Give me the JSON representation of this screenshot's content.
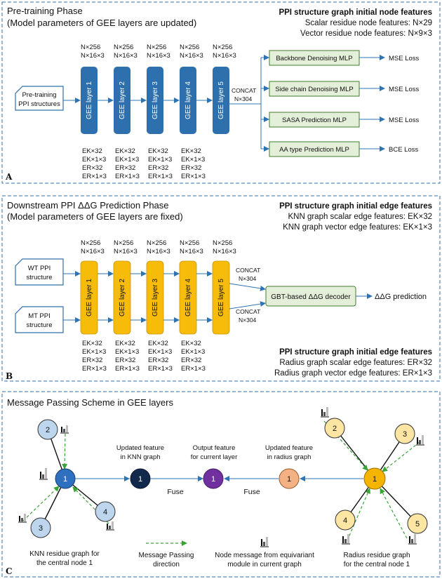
{
  "panelA": {
    "title1": "Pre-training Phase",
    "title2": "(Model parameters of GEE layers are updated)",
    "feat_title": "PPI structure graph initial node features",
    "feat1": "Scalar residue node features: N×29",
    "feat2": "Vector residue node features: N×9×3",
    "input": [
      "Pre-training",
      "PPI structures"
    ],
    "layers": [
      "GEE layer 1",
      "GEE layer 2",
      "GEE layer 3",
      "GEE layer 4",
      "GEE layer 5"
    ],
    "node_dims": [
      "N×256",
      "N×16×3"
    ],
    "edge_dims": [
      "EK×32",
      "EK×1×3",
      "ER×32",
      "ER×1×3"
    ],
    "concat": [
      "CONCAT",
      "N×304"
    ],
    "heads": [
      "Backbone Denoising MLP",
      "Side chain Denoising MLP",
      "SASA Prediction MLP",
      "AA type Prediction MLP"
    ],
    "losses": [
      "MSE Loss",
      "MSE Loss",
      "MSE Loss",
      "BCE Loss"
    ],
    "label": "A"
  },
  "panelB": {
    "title1": "Downstream PPI ΔΔG Prediction Phase",
    "title2": "(Model parameters of GEE layers are fixed)",
    "feat_title_top": "PPI structure graph initial edge features",
    "feat_top1": "KNN graph scalar edge features:  EK×32",
    "feat_top2": "KNN graph vector edge features: EK×1×3",
    "feat_title_bot": "PPI structure graph initial edge features",
    "feat_bot1": "Radius graph scalar edge features: ER×32",
    "feat_bot2": "Radius graph vector edge features: ER×1×3",
    "wt": [
      "WT PPI",
      "structure"
    ],
    "mt": [
      "MT PPI",
      "structure"
    ],
    "layers": [
      "GEE layer 1",
      "GEE layer 2",
      "GEE layer 3",
      "GEE layer 4",
      "GEE layer 5"
    ],
    "node_dims": [
      "N×256",
      "N×16×3"
    ],
    "edge_dims": [
      "EK×32",
      "EK×1×3",
      "ER×32",
      "ER×1×3"
    ],
    "concat": [
      "CONCAT",
      "N×304"
    ],
    "decoder": "GBT-based ΔΔG decoder",
    "output": "ΔΔG prediction",
    "label": "B"
  },
  "panelC": {
    "title": "Message Passing Scheme in GEE layers",
    "knn_nodes": [
      "1",
      "2",
      "3",
      "4"
    ],
    "rad_nodes": [
      "1",
      "2",
      "3",
      "4",
      "5"
    ],
    "updated_knn": [
      "Updated feature",
      "in KNN graph"
    ],
    "output_feat": [
      "Output feature",
      "for current layer"
    ],
    "updated_rad": [
      "Updated feature",
      "in radius graph"
    ],
    "mid_nodes": [
      "1",
      "1",
      "1"
    ],
    "fuse": "Fuse",
    "knn_caption": [
      "KNN residue graph for",
      "the central node 1"
    ],
    "legend_arrow": [
      "Message Passing",
      "direction"
    ],
    "legend_msg": [
      "Node message from equivariant",
      "module in current graph"
    ],
    "rad_caption": [
      "Radius residue graph",
      "for the central node 1"
    ],
    "label": "C"
  },
  "colors": {
    "gee_blue": "#2e6fae",
    "gee_yellow": "#f7bc0a",
    "mlp_green": "#e4efd9",
    "node_blue": "#bdd6ee",
    "node_center_blue": "#2f6fc0",
    "node_yellow": "#fde5a3",
    "node_center_yellow": "#f5b400",
    "node_navy": "#13294b",
    "node_purple": "#7030a0",
    "node_salmon": "#f4b183",
    "arrow": "#2e74b5",
    "dash_green": "#3aa335"
  }
}
